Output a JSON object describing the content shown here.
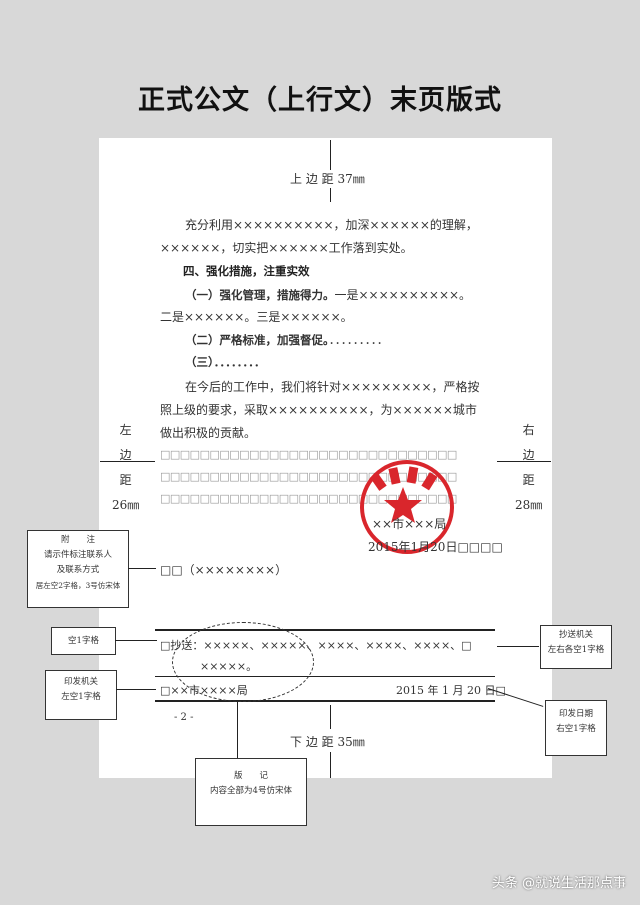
{
  "title": "正式公文（上行文）末页版式",
  "margins": {
    "top": "上 边 距 37㎜",
    "bottom": "下 边 距 35㎜",
    "left": [
      "左",
      "边",
      "距",
      "26㎜"
    ],
    "right": [
      "右",
      "边",
      "距",
      "28㎜"
    ]
  },
  "body": {
    "p1_line1": "充分利用××××××××××，加深××××××的理解，",
    "p1_line2": "××××××，切实把××××××工作落到实处。",
    "heading4": "四、强化措施，注重实效",
    "item1_bold": "（一）强化管理，措施得力。",
    "item1_rest": "一是××××××××××。",
    "item1_line2": "二是××××××。三是××××××。",
    "item2_bold": "（二）严格标准，加强督促。",
    "item2_rest": "．．．．．．．．．",
    "item3": "（三）．．．．．．．．",
    "p2_line1": "在今后的工作中，我们将针对×××××××××，严格按",
    "p2_line2": "照上级的要求，采取××××××××××，为××××××城市",
    "p2_line3": "做出积极的贡献。"
  },
  "grid_rows": [
    "□□□□□□□□□□□□□□□□□□□□□□□□□□□□□□",
    "□□□□□□□□□□□□□□□□□□□□□□□□□□□□□□",
    "□□□□□□□□□□□□□□□□□□□□□□□□□□□□□□"
  ],
  "signature": {
    "org": "××市×××局",
    "date": "2015年1月20日□□□□"
  },
  "attachment_note": "□□（××××××××）",
  "cc": {
    "line1": "□抄送：×××××、×××××、××××、××××、××××、□",
    "line2": "×××××。"
  },
  "issuer": {
    "org": "□××市××××局",
    "date": "2015 年 1 月 20 日□"
  },
  "page_number": "- 2 -",
  "annotations": {
    "note": [
      "附　　注",
      "请示件标注联系人",
      "及联系方式",
      "居左空2字格，3号仿宋体"
    ],
    "space1": "空1字格",
    "cc_org": [
      "抄送机关",
      "左右各空1字格"
    ],
    "issuer_org": [
      "印发机关",
      "左空1字格"
    ],
    "issue_date": [
      "印发日期",
      "右空1字格"
    ],
    "colophon": [
      "版　　记",
      "内容全部为4号仿宋体"
    ]
  },
  "seal_text": "××市×××局",
  "watermark": "头条 @就说生活那点事",
  "colors": {
    "seal": "#d9262c",
    "page": "#ffffff",
    "background": "#d8d8d8"
  }
}
